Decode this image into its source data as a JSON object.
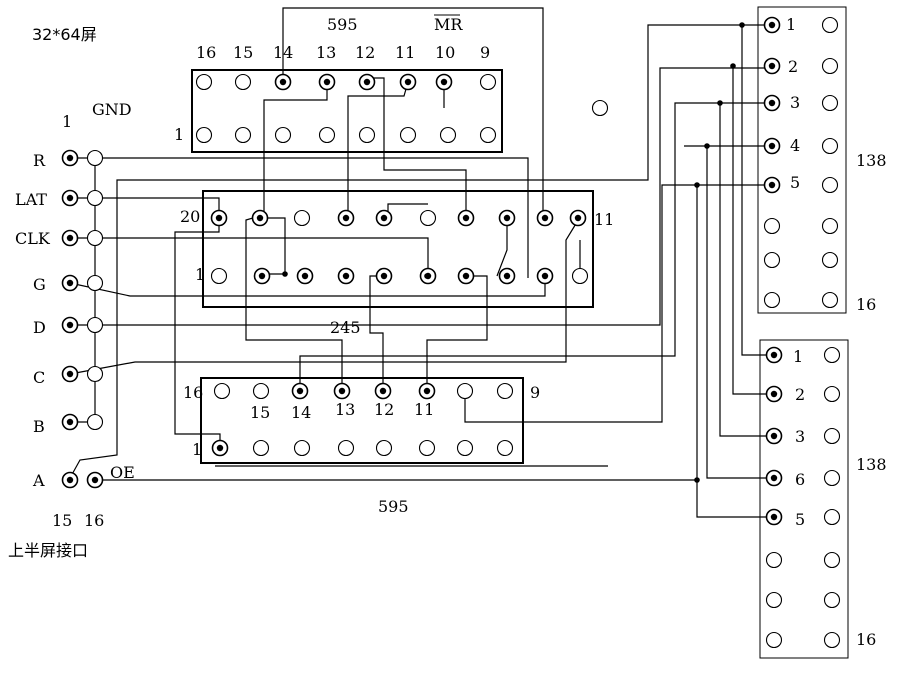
{
  "screen_label": "32*64屏",
  "chip_top": {
    "label": "595",
    "mr_label": "MR",
    "pins": [
      "16",
      "15",
      "14",
      "13",
      "12",
      "11",
      "10",
      "9"
    ],
    "pin1": "1"
  },
  "chip_mid": {
    "label": "245",
    "pin_left_top": "20",
    "pin_right_top": "11",
    "pin_left_bottom": "1"
  },
  "chip_bot": {
    "label": "595",
    "pins": [
      "16",
      "15",
      "14",
      "13",
      "12",
      "11",
      "9"
    ],
    "pin1": "1"
  },
  "connector": {
    "title": "上半屏接口",
    "header_left": "1",
    "header_right": "GND",
    "signals": [
      "R",
      "LAT",
      "CLK",
      "G",
      "D",
      "C",
      "B",
      "A"
    ],
    "oe_label": "OE",
    "footer_left": "15",
    "footer_right": "16"
  },
  "decoder_top": {
    "label": "138",
    "pins": [
      "1",
      "2",
      "3",
      "4",
      "5"
    ],
    "pin_end": "16"
  },
  "decoder_bot": {
    "label": "138",
    "pins": [
      "1",
      "2",
      "3",
      "6",
      "5"
    ],
    "pin_end": "16"
  }
}
